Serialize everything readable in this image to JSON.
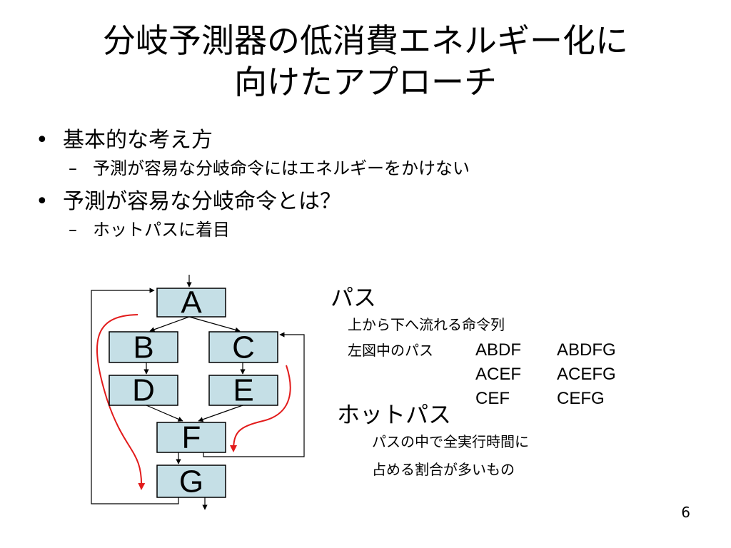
{
  "slide": {
    "title_line1": "分岐予測器の低消費エネルギー化に",
    "title_line2": "向けたアプローチ",
    "bullet_symbol": "•",
    "sub_symbol": "–",
    "bullets": [
      {
        "text": "基本的な考え方",
        "sub": "予測が容易な分岐命令にはエネルギーをかけない"
      },
      {
        "text": "予測が容易な分岐命令とは？",
        "sub": "ホットパスに着目"
      }
    ],
    "page_number": "6"
  },
  "diagram": {
    "nodes": {
      "A": "A",
      "B": "B",
      "C": "C",
      "D": "D",
      "E": "E",
      "F": "F",
      "G": "G"
    },
    "node_fill": "#c5dfe6",
    "hot_path_color": "#e21b1b"
  },
  "path_info": {
    "heading": "パス",
    "definition": "上から下へ流れる命令列",
    "list_label": "左図中のパス",
    "paths_col1": [
      "ABDF",
      "ACEF",
      "CEF"
    ],
    "paths_col2": [
      "ABDFG",
      "ACEFG",
      "CEFG"
    ]
  },
  "hot_path_info": {
    "heading": "ホットパス",
    "line1": "パスの中で全実行時間に",
    "line2": "占める割合が多いもの"
  }
}
